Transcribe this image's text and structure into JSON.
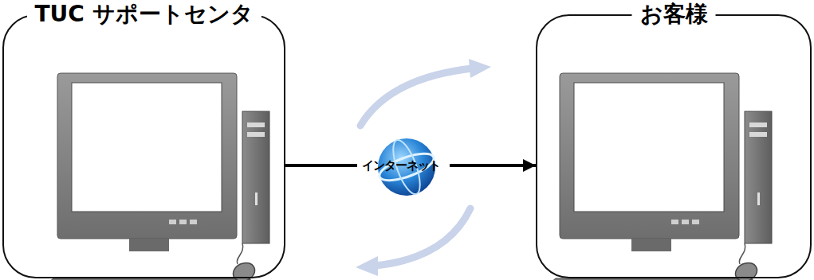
{
  "diagram": {
    "nodes": [
      {
        "text": [
          "TUC サポートセンタ"
        ]
      },
      {
        "text": [
          "お客様"
        ]
      }
    ],
    "edges": [
      {
        "from": 0,
        "to": 1,
        "arrow": "to",
        "label": "インターネット"
      }
    ]
  }
}
